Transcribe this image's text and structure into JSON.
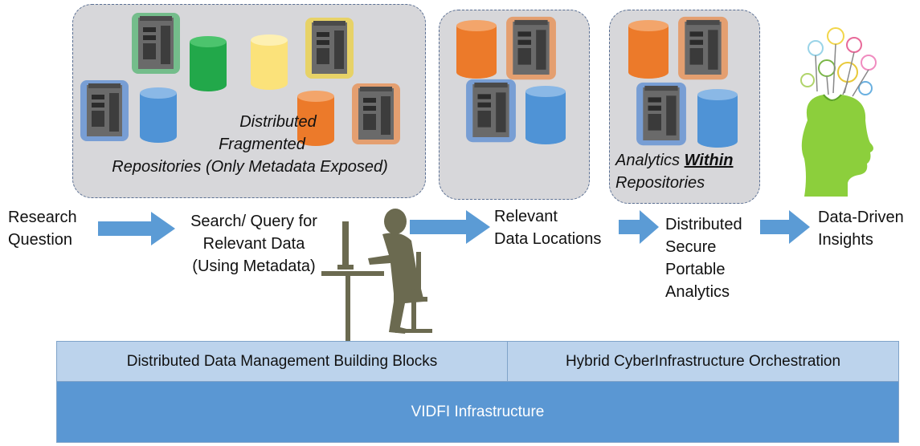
{
  "steps": {
    "research_question": [
      "Research",
      "Question"
    ],
    "search_query": [
      "Search/ Query for",
      "Relevant Data",
      "(Using Metadata)"
    ],
    "relevant_locations": [
      "Relevant",
      "Data Locations"
    ],
    "portable_analytics": [
      "Distributed",
      "Secure",
      "Portable",
      "Analytics"
    ],
    "insights": [
      "Data-Driven",
      "Insights"
    ]
  },
  "repositories_box": {
    "label_lines": [
      "Distributed",
      "Fragmented",
      "Repositories (Only Metadata Exposed)"
    ]
  },
  "analytics_box": {
    "label_prefix": "Analytics ",
    "label_emphasis": "Within",
    "label_suffix": "Repositories"
  },
  "infrastructure": {
    "left_block": "Distributed Data Management Building Blocks",
    "right_block": "Hybrid CyberInfrastructure Orchestration",
    "base": "VIDFI Infrastructure"
  },
  "colors": {
    "green": "#22a84a",
    "yellow": "#fbe27a",
    "orange": "#ec7a2a",
    "blue": "#4f93d6",
    "arrow": "#5b9bd5",
    "figure": "#6b6a50"
  },
  "icons": [
    "server-icon",
    "database-icon",
    "person-at-computer-icon",
    "lightbulb-head-icon"
  ]
}
